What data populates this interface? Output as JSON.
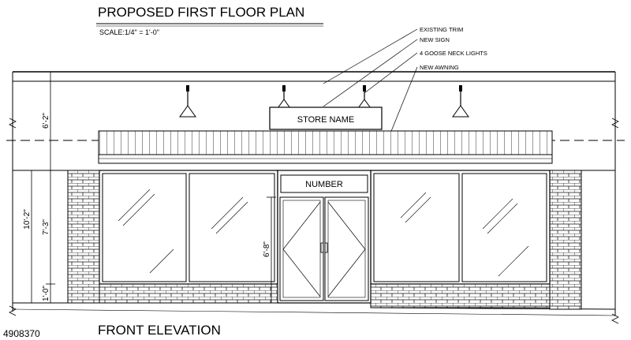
{
  "drawing": {
    "title": "PROPOSED FIRST FLOOR PLAN",
    "scale": "SCALE:1/4\" = 1'-0\"",
    "view_title": "FRONT ELEVATION",
    "doc_number": "4908370"
  },
  "callouts": [
    "EXISTING TRIM",
    "NEW SIGN",
    "4 GOOSE NECK LIGHTS",
    "NEW AWNING"
  ],
  "sign": {
    "store_name": "STORE NAME",
    "number": "NUMBER"
  },
  "dimensions": {
    "upper": "6'-2\"",
    "overall": "10'-2\"",
    "window": "7'-3\"",
    "base": "1'-0\"",
    "door": "6'-8\""
  }
}
